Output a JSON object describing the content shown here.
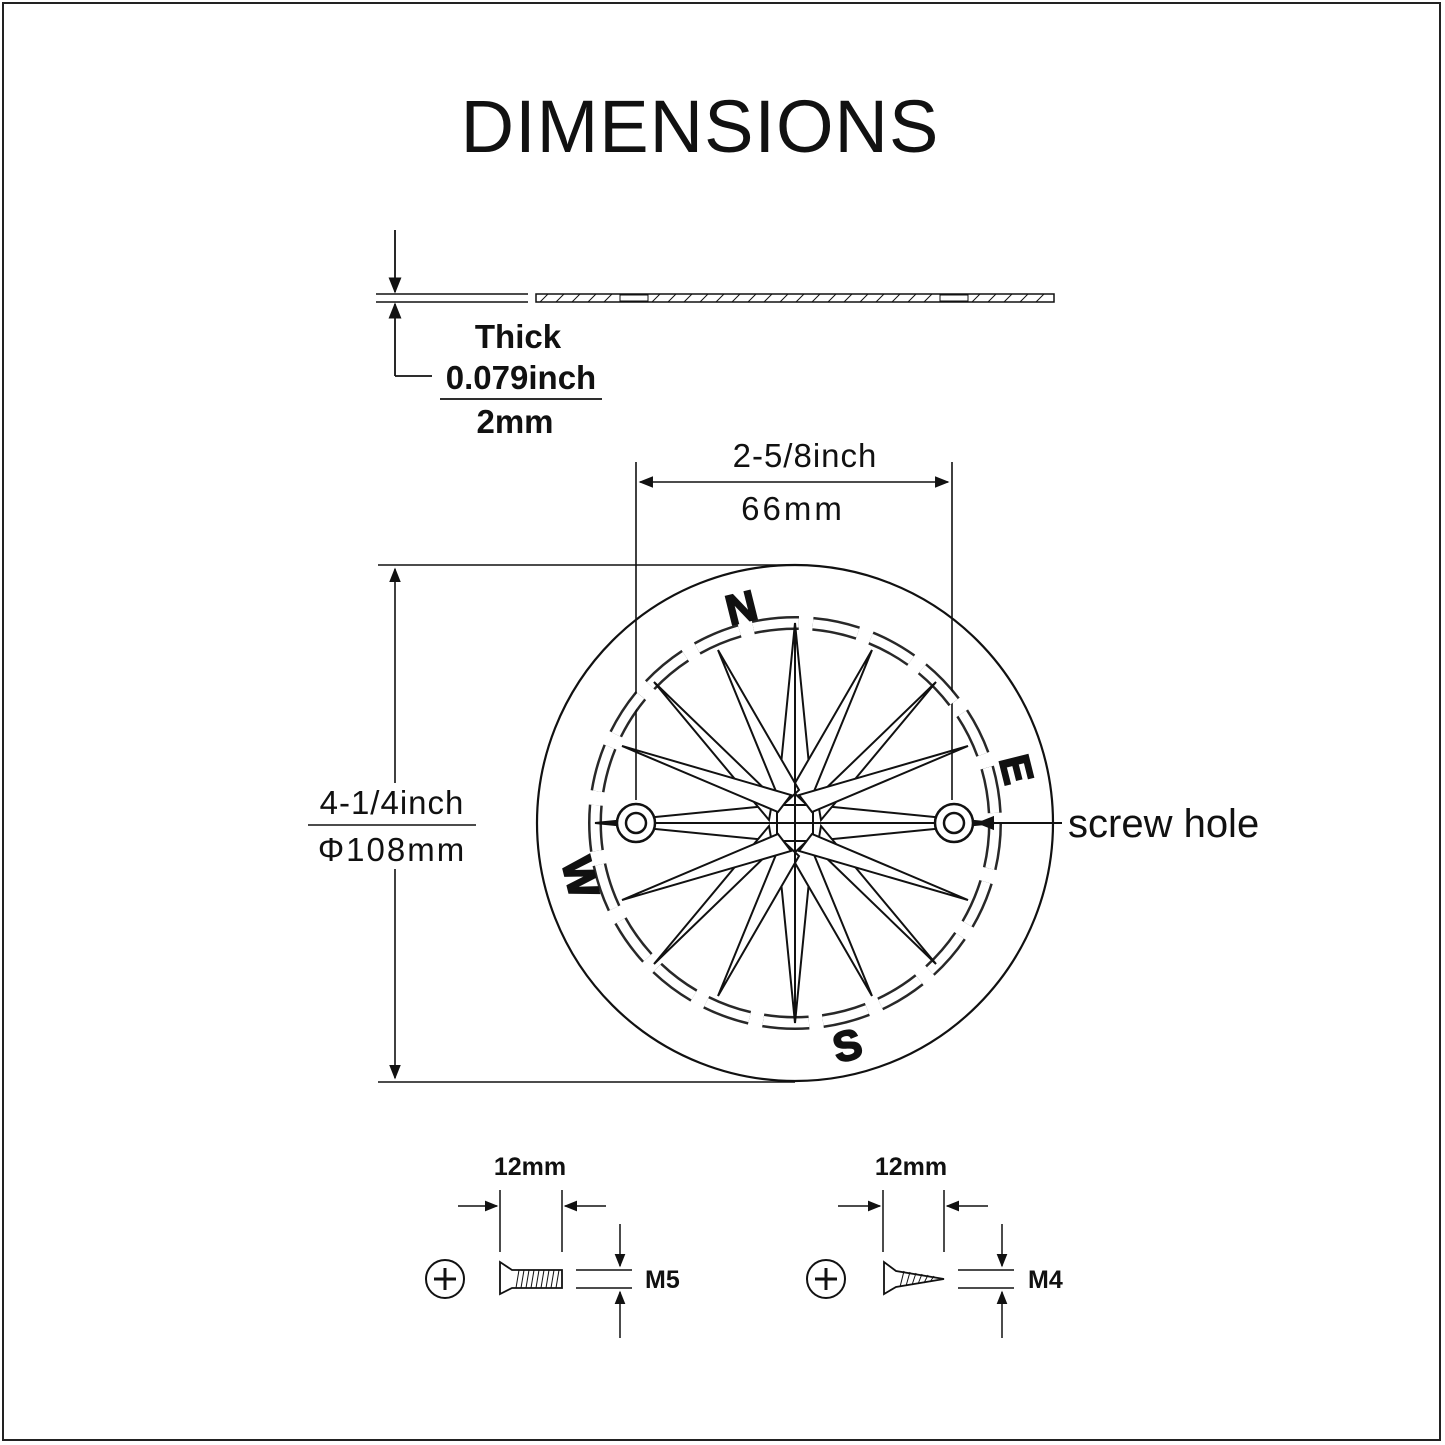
{
  "title": "DIMENSIONS",
  "thickness": {
    "label": "Thick",
    "inch": "0.079inch",
    "mm": "2mm"
  },
  "hole_spacing": {
    "inch": "2-5/8inch",
    "mm": "66mm"
  },
  "diameter": {
    "inch": "4-1/4inch",
    "mm": "Φ108mm"
  },
  "callout": {
    "label": "screw hole"
  },
  "compass_letters": {
    "north": "N",
    "east": "E",
    "south": "S",
    "west": "W"
  },
  "screws": [
    {
      "length": "12mm",
      "size": "M5"
    },
    {
      "length": "12mm",
      "size": "M4"
    }
  ],
  "colors": {
    "line": "#111111",
    "background": "#ffffff"
  }
}
